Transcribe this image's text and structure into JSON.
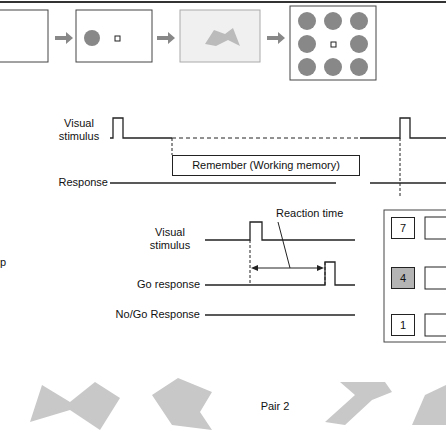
{
  "diagram": {
    "nodes": [
      {
        "text": [
          "Remember (Working memory)"
        ]
      },
      {
        "text": [
          "7"
        ]
      },
      {
        "text": [
          "4"
        ]
      },
      {
        "text": [
          "1"
        ]
      }
    ],
    "labels": [
      "Visual stimulus",
      "Response",
      "Reaction time",
      "p",
      "Visual stimulus",
      "Go response",
      "No/Go Response",
      "Pair 2"
    ]
  }
}
